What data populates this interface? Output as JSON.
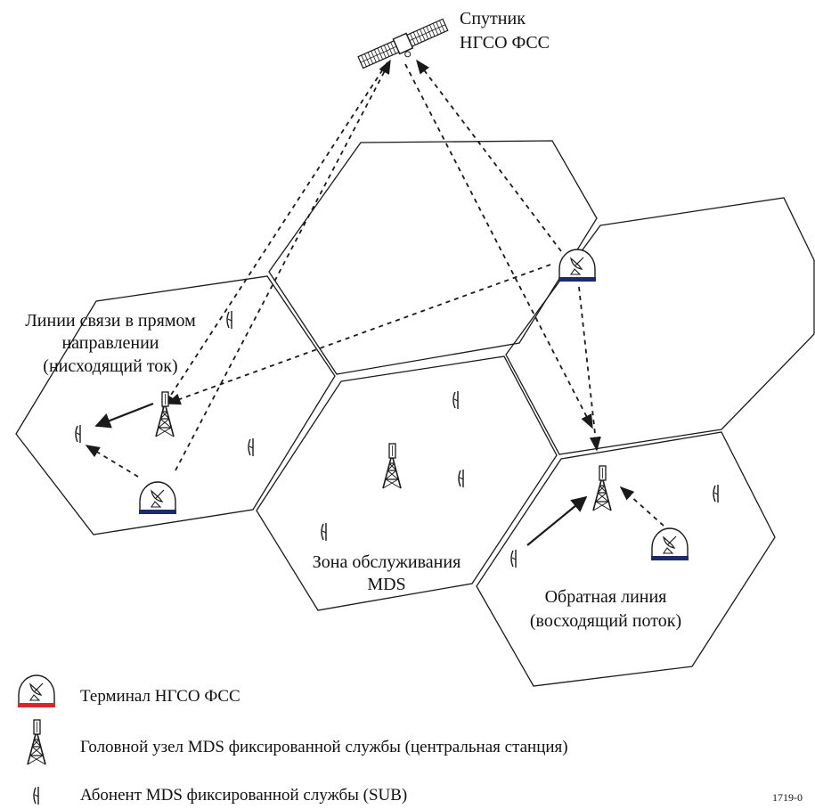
{
  "title": "",
  "satellite": {
    "label_line1": "Спутник",
    "label_line2": "НГСО ФСС"
  },
  "labels": {
    "forward_line1": "Линии связи в прямом",
    "forward_line2": "направлении",
    "forward_line3": "(нисходящий ток)",
    "zone_line1": "Зона обслуживания",
    "zone_line2": "MDS",
    "return_line1": "Обратная линия",
    "return_line2": "(восходящий поток)"
  },
  "legend": {
    "terminal": "Терминал НГСО ФСС",
    "hub": "Головной узел MDS фиксированной службы (центральная станция)",
    "subscriber": "Абонент MDS фиксированной службы (SUB)"
  },
  "figure_code": "1719-0",
  "colors": {
    "line": "#1a1a1a",
    "terminal_base": "#1f2a6b",
    "terminal_base_legend": "#d8262c"
  },
  "icons": [
    "satellite-icon",
    "terminal-icon",
    "hub-tower-icon",
    "subscriber-icon"
  ]
}
